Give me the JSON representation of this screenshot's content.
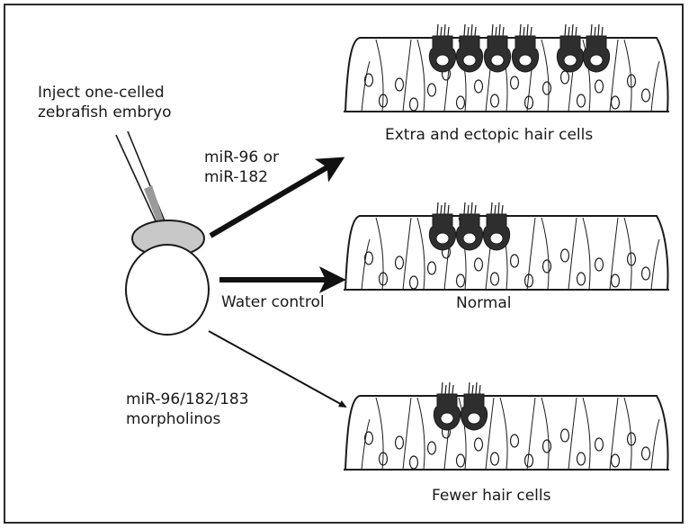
{
  "colors": {
    "stroke": "#1a1a1a",
    "hair_cell": "#2e2e2e",
    "embryo_cell": "#c8c8c8",
    "background": "#ffffff"
  },
  "injection": {
    "line1": "Inject one-celled",
    "line2": "zebrafish embryo"
  },
  "treatments": {
    "mir": {
      "line1": "miR-96 or",
      "line2": "miR-182"
    },
    "water": "Water control",
    "morpholino": {
      "line1": "miR-96/182/183",
      "line2": "morpholinos"
    }
  },
  "outcomes": {
    "extra": {
      "caption": "Extra and ectopic hair cells",
      "hair_cell_count": 6
    },
    "normal": {
      "caption": "Normal",
      "hair_cell_count": 3
    },
    "fewer": {
      "caption": "Fewer hair cells",
      "hair_cell_count": 2
    }
  }
}
